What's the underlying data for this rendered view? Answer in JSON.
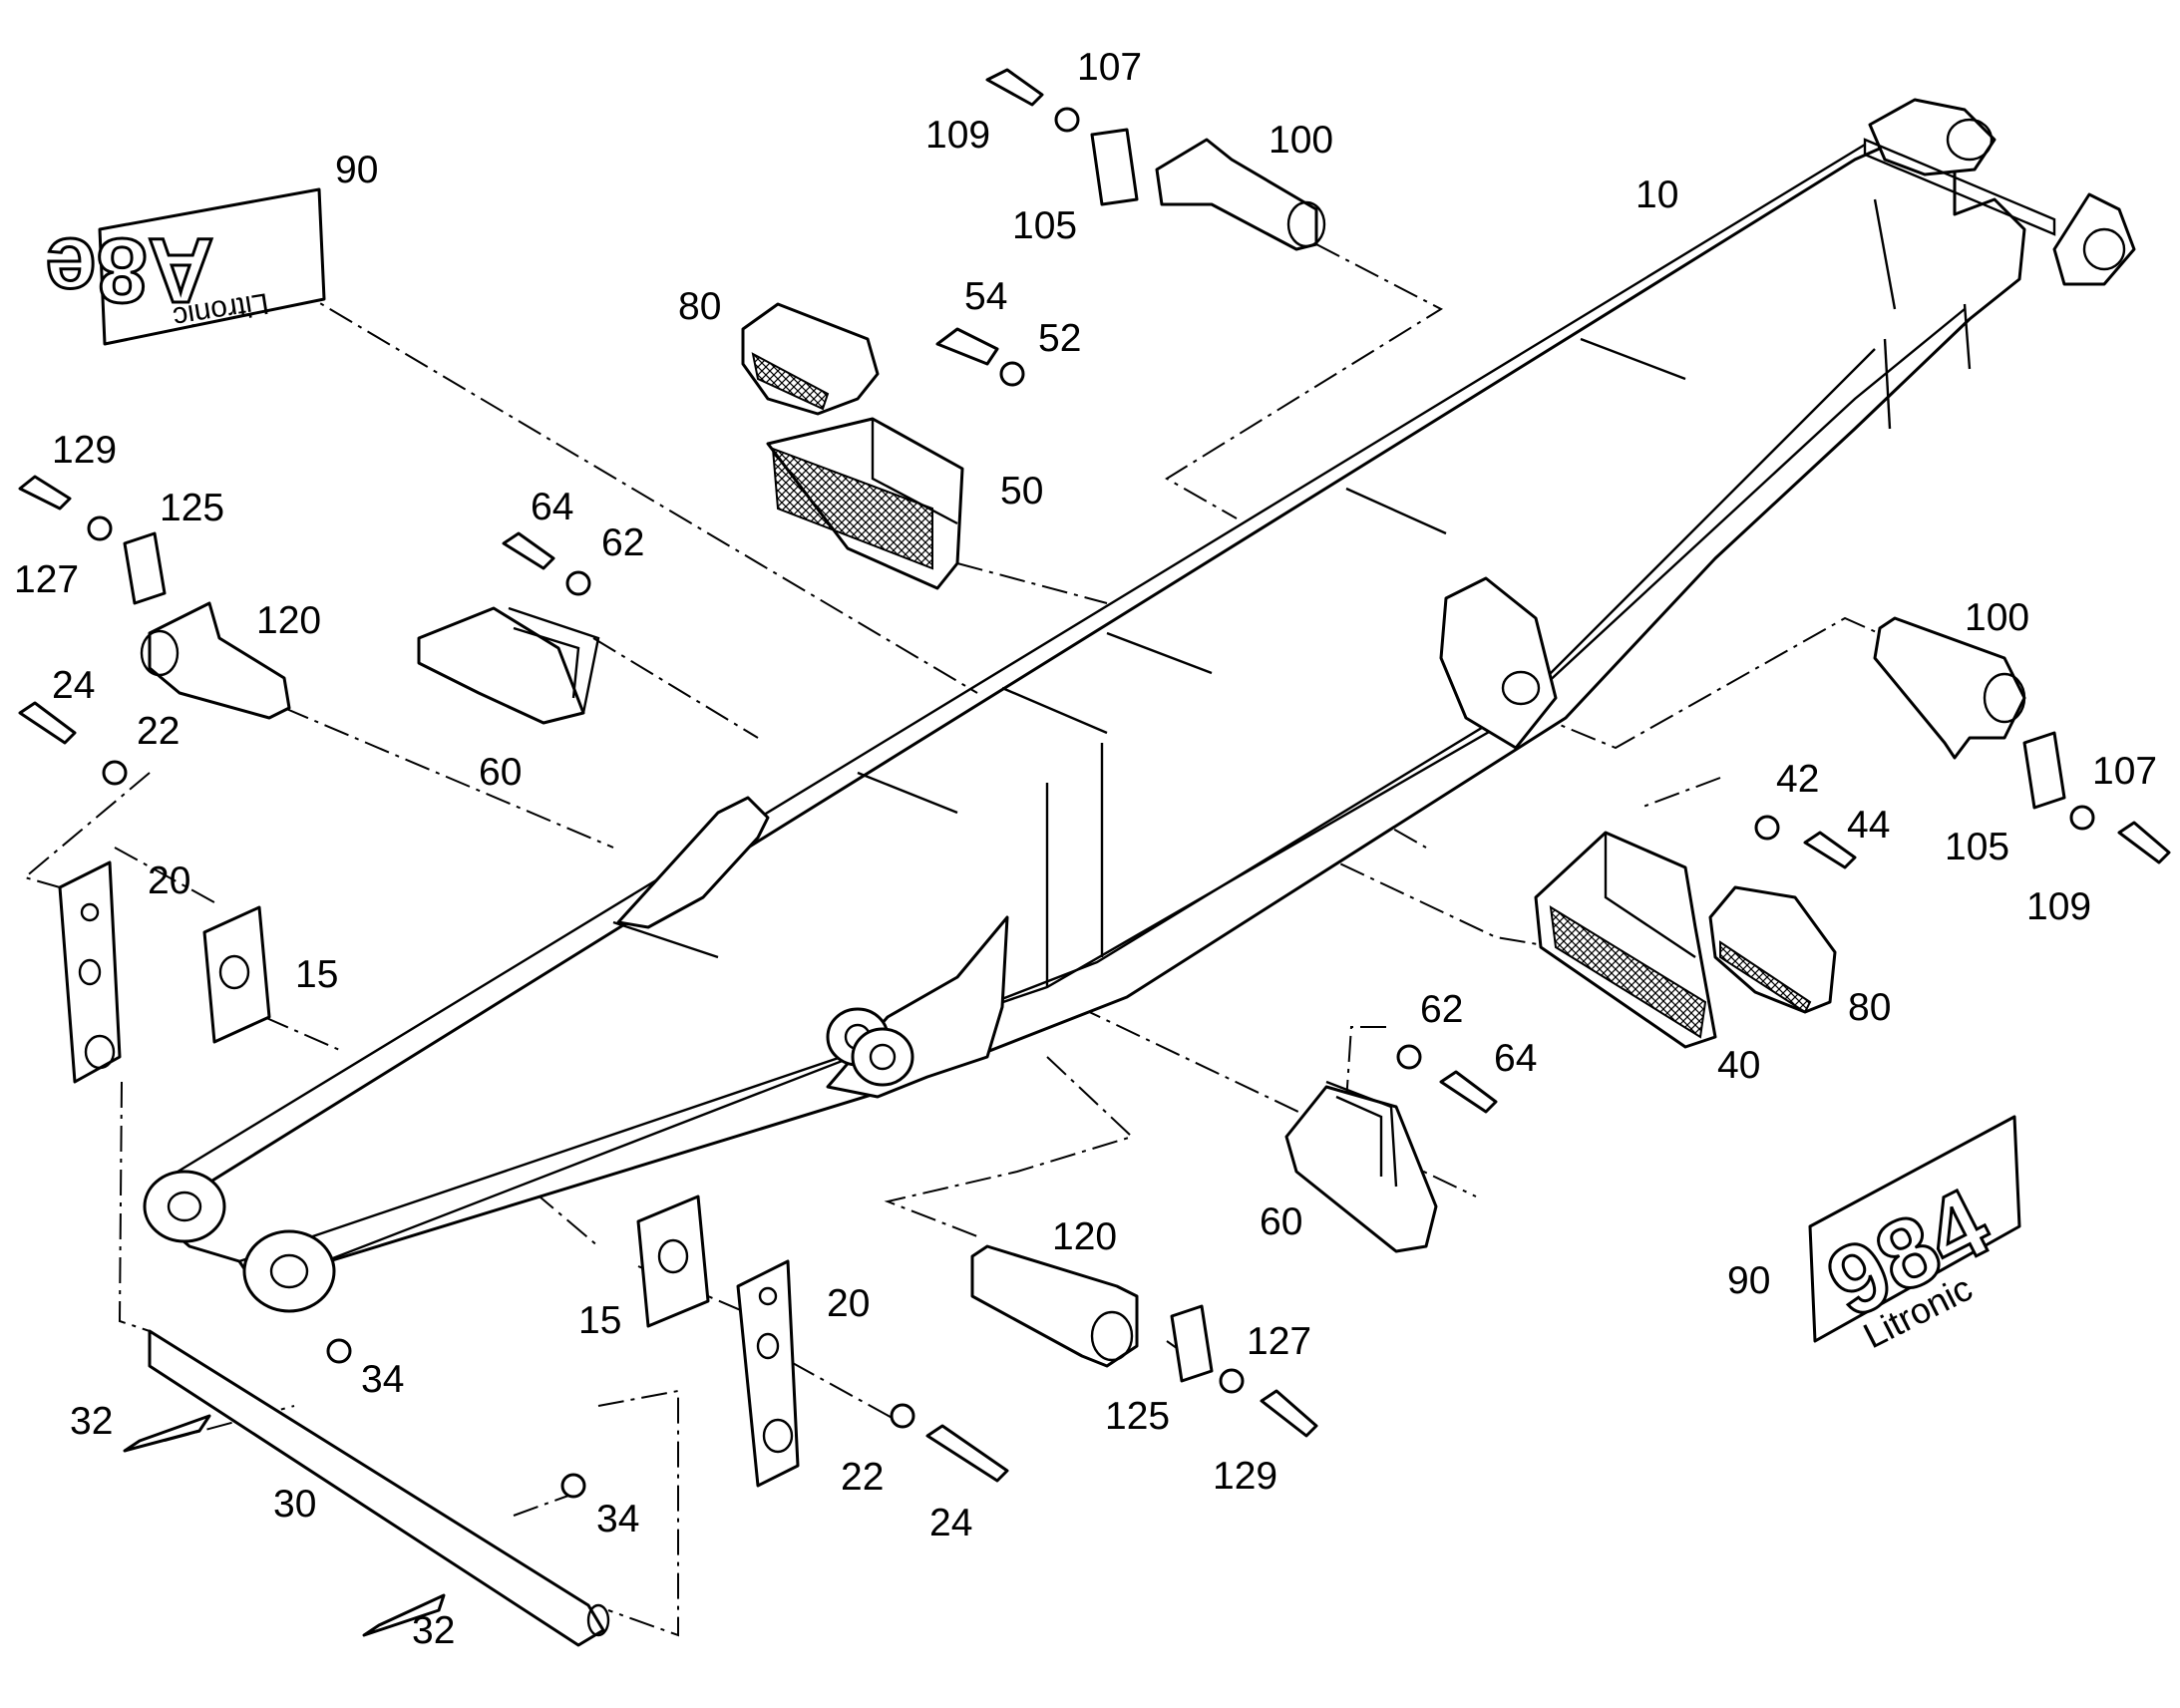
{
  "diagram": {
    "callouts": [
      "107",
      "109",
      "100",
      "90",
      "105",
      "10",
      "80",
      "54",
      "52",
      "129",
      "125",
      "64",
      "62",
      "50",
      "127",
      "120",
      "24",
      "22",
      "60",
      "100",
      "42",
      "44",
      "107",
      "20",
      "105",
      "15",
      "109",
      "80",
      "62",
      "64",
      "40",
      "60",
      "90",
      "120",
      "15",
      "20",
      "127",
      "34",
      "125",
      "32",
      "30",
      "22",
      "129",
      "34",
      "24",
      "32"
    ],
    "decal_left": {
      "text": "A8e",
      "sub": "Litronic"
    },
    "decal_right": {
      "text": "984",
      "sub": "Litronic"
    }
  }
}
